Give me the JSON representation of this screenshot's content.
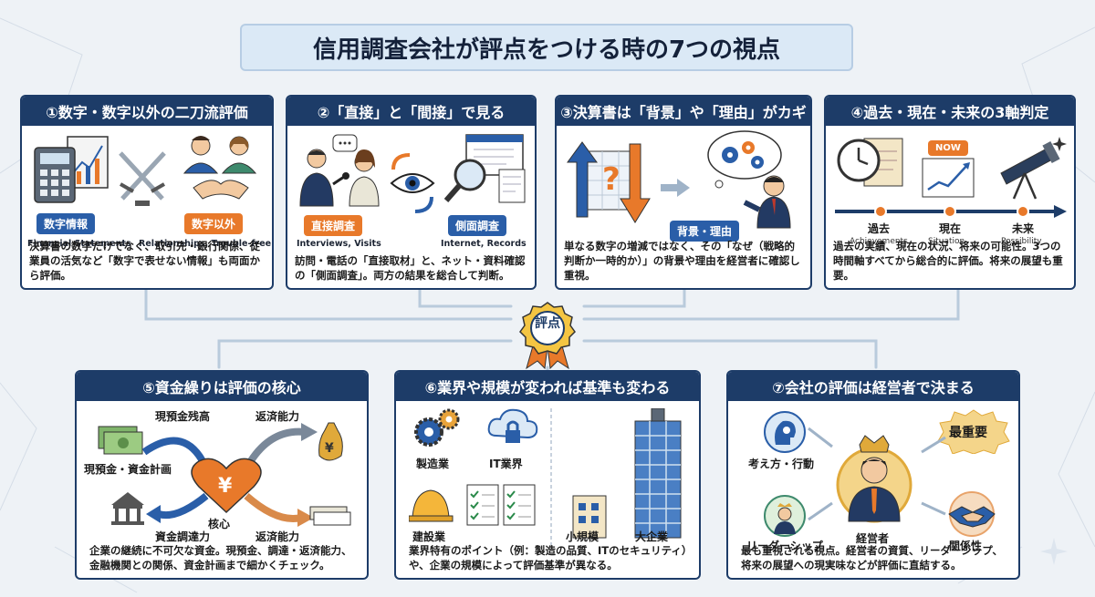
{
  "title": "信用調査会社が評点をつける時の7つの視点",
  "badge": "評点",
  "cards": [
    {
      "heading": "①数字・数字以外の二刀流評価",
      "pill_left": "数字情報",
      "pill_right": "数字以外",
      "sub_left": "Financial Statements",
      "sub_right": "Relationships, Trouble-free",
      "desc": "決算書の数字だけでなく、取引先・銀行関係、従業員の活気など「数字で表せない情報」も両面から評価。"
    },
    {
      "heading": "②「直接」と「間接」で見る",
      "pill_left": "直接調査",
      "pill_right": "側面調査",
      "sub_left": "Interviews, Visits",
      "sub_right": "Internet, Records",
      "desc": "訪問・電話の「直接取材」と、ネット・資料確認の「側面調査」。両方の結果を総合して判断。"
    },
    {
      "heading": "③決算書は「背景」や「理由」がカギ",
      "tag": "背景・理由",
      "desc": "単なる数字の増減ではなく、その「なぜ（戦略的判断か一時的か）」の背景や理由を経営者に確認し重視。"
    },
    {
      "heading": "④過去・現在・未来の3軸判定",
      "now_tag": "NOW",
      "timeline": [
        {
          "label": "過去",
          "sub": "Achievements"
        },
        {
          "label": "現在",
          "sub": "Situation"
        },
        {
          "label": "未来",
          "sub": "Possibility"
        }
      ],
      "desc": "過去の実績、現在の状況、将来の可能性。3つの時間軸すべてから総合的に評価。将来の展望も重要。"
    },
    {
      "heading": "⑤資金繰りは評価の核心",
      "labels": [
        "現預金残高",
        "返済能力",
        "現預金・資金計画",
        "核心",
        "資金調達力",
        "返済能力"
      ],
      "desc": "企業の継続に不可欠な資金。現預金、調達・返済能力、金融機関との関係、資金計画まで細かくチェック。"
    },
    {
      "heading": "⑥業界や規模が変われば基準も変わる",
      "labels": [
        "製造業",
        "IT業界",
        "建設業",
        "小規模",
        "大企業"
      ],
      "desc": "業界特有のポイント（例：製造の品質、ITのセキュリティ）や、企業の規模によって評価基準が異なる。"
    },
    {
      "heading": "⑦会社の評価は経営者で決まる",
      "labels": [
        "考え方・行動",
        "最重要",
        "リーダーシップ",
        "経営者",
        "関係性"
      ],
      "desc": "最も重視される視点。経営者の資質、リーダーシップ、将来の展望への現実味などが評価に直結する。"
    }
  ]
}
